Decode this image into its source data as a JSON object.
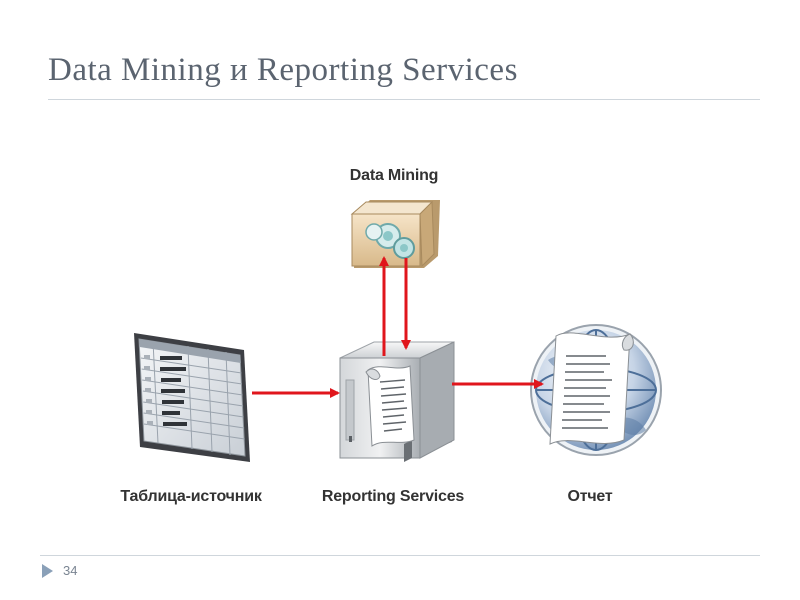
{
  "slide": {
    "title": "Data Mining и Reporting Services",
    "page_number": "34"
  },
  "diagram": {
    "nodes": {
      "data_mining": "Data Mining",
      "source_table": "Таблица-источник",
      "reporting_services": "Reporting Services",
      "report": "Отчет"
    },
    "arrow_color": "#e0161c"
  }
}
